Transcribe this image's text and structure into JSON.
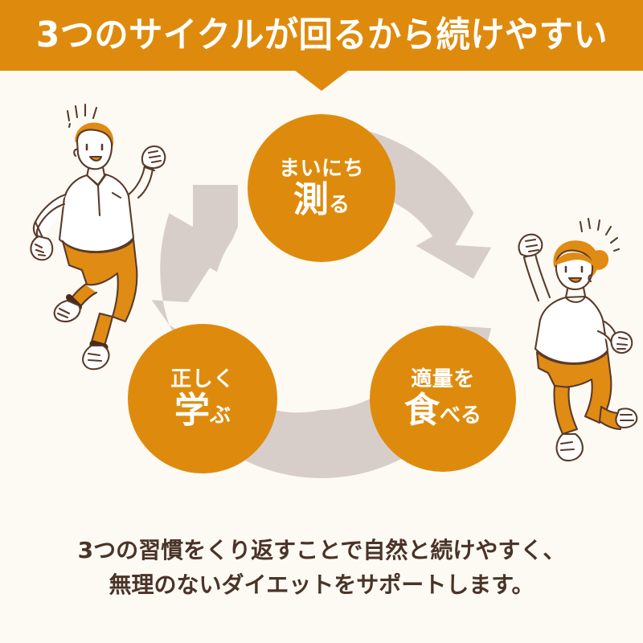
{
  "page": {
    "background_color": "#fdfaf4",
    "accent_color": "#de8b0d",
    "ring_color": "#d8cec9",
    "text_dark_color": "#4a3327"
  },
  "banner": {
    "title": "3つのサイクルが回るから続けやすい",
    "background_color": "#de8b0d",
    "text_color": "#ffffff"
  },
  "cycle": {
    "direction": "clockwise",
    "ring_segments": 3,
    "nodes": [
      {
        "id": "measure",
        "position": "top",
        "sub_label": "まいにち",
        "kanji": "測",
        "okurigana": "る",
        "full_label": "まいにち 測る"
      },
      {
        "id": "eat",
        "position": "bottom-right",
        "sub_label": "適量を",
        "kanji": "食",
        "okurigana": "べる",
        "full_label": "適量を 食べる"
      },
      {
        "id": "learn",
        "position": "bottom-left",
        "sub_label": "正しく",
        "kanji": "学",
        "okurigana": "ぶ",
        "full_label": "正しく 学ぶ"
      }
    ]
  },
  "illustrations": [
    {
      "id": "man",
      "name": "jumping-man-illustration",
      "description": "男性のイラスト"
    },
    {
      "id": "woman",
      "name": "jumping-woman-illustration",
      "description": "女性のイラスト"
    }
  ],
  "caption": {
    "line1": "3つの習慣をくり返すことで自然と続けやすく、",
    "line2": "無理のないダイエットをサポートします。"
  }
}
